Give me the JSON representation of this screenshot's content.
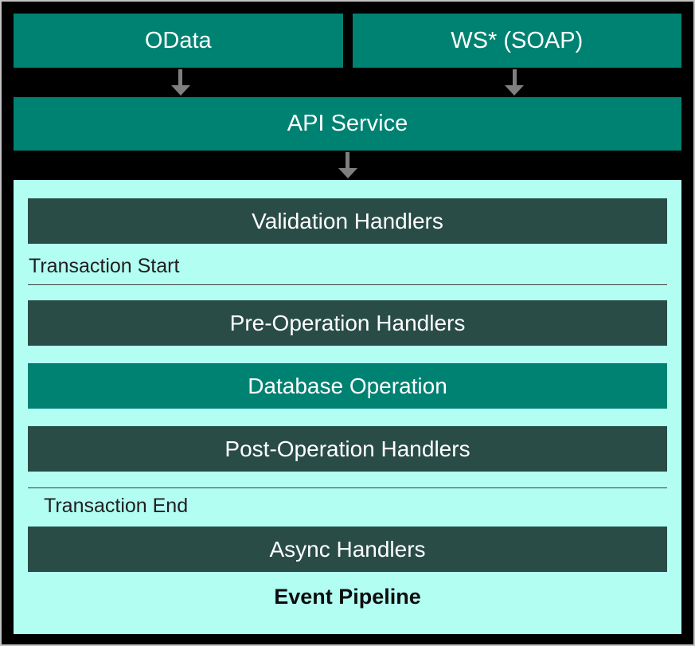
{
  "colors": {
    "teal": "#008272",
    "dark_slate": "#2A4C47",
    "light_cyan": "#B3FEF2",
    "arrow_gray": "#7F7F7F",
    "background": "#000000"
  },
  "sources": [
    {
      "label": "OData"
    },
    {
      "label": "WS* (SOAP)"
    }
  ],
  "api_service": {
    "label": "API Service"
  },
  "icons": {
    "arrow_down": "arrow-down-icon"
  },
  "pipeline": {
    "title": "Event Pipeline",
    "validation": "Validation Handlers",
    "transaction_start": "Transaction Start",
    "pre_operation": "Pre-Operation Handlers",
    "database_operation": "Database Operation",
    "post_operation": "Post-Operation Handlers",
    "transaction_end": "Transaction End",
    "async": "Async Handlers"
  }
}
